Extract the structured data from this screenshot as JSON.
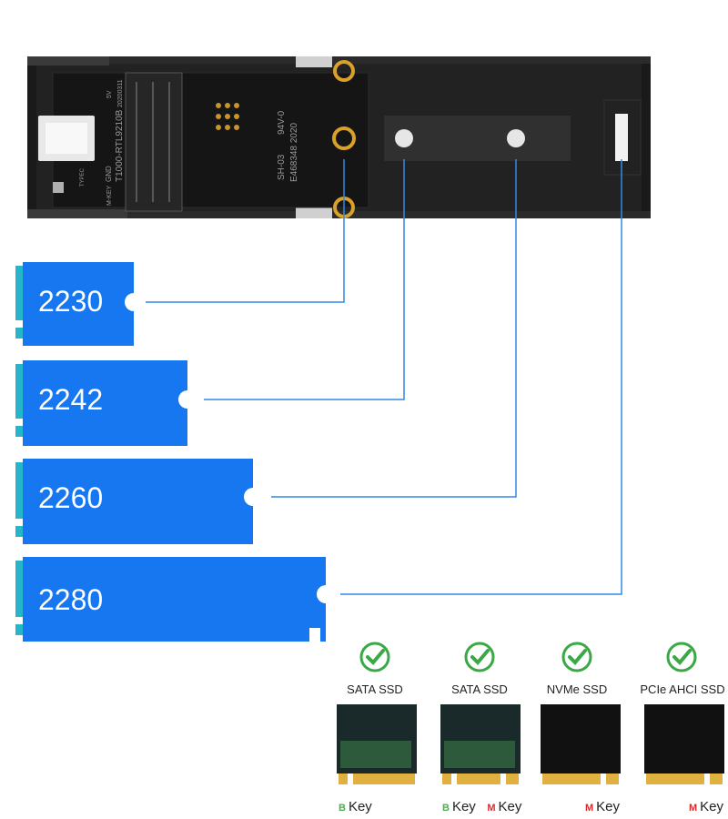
{
  "enclosure": {
    "pcb_text_main": "T1000-RTL9210B",
    "pcb_text_date": "20200311",
    "pcb_text_key": "M-KEY",
    "pcb_text_gnd": "GND",
    "pcb_text_5v": "5V",
    "pcb_text_typec": "TYPEC",
    "pcb_text_model": "SH-03",
    "pcb_text_ul": "94V-0",
    "pcb_text_cert": "E468348  2020"
  },
  "sizes": [
    "2230",
    "2242",
    "2260",
    "2280"
  ],
  "compatibility": [
    {
      "label": "SATA SSD",
      "keys": [
        {
          "letter": "B",
          "text": "Key"
        }
      ]
    },
    {
      "label": "SATA SSD",
      "keys": [
        {
          "letter": "B",
          "text": "Key"
        },
        {
          "letter": "M",
          "text": "Key"
        }
      ]
    },
    {
      "label": "NVMe SSD",
      "keys": [
        {
          "letter": "M",
          "text": "Key"
        }
      ]
    },
    {
      "label": "PCIe AHCI SSD",
      "keys": [
        {
          "letter": "M",
          "text": "Key"
        }
      ]
    }
  ],
  "colors": {
    "card_blue": "#1677f0",
    "leader_line": "#2f8ae6",
    "check_green": "#3aa845",
    "enclosure_dark": "#1c1c1c",
    "gold": "#d9a02a"
  }
}
